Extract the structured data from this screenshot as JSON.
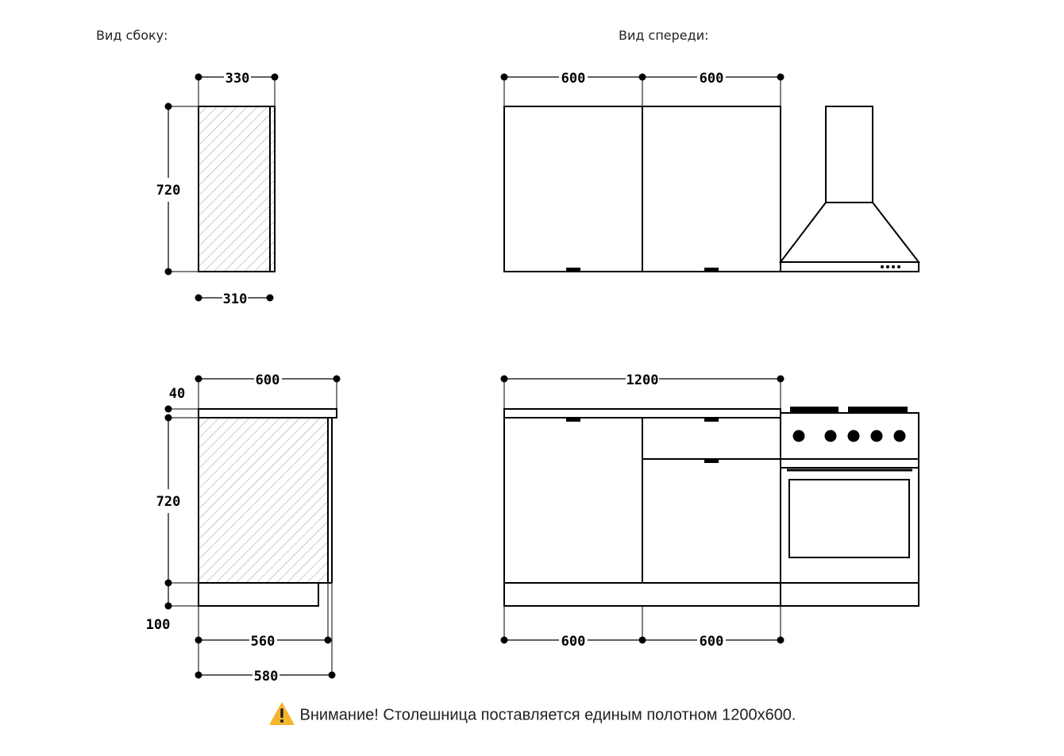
{
  "labels": {
    "side_view": "Вид сбоку:",
    "front_view": "Вид спереди:"
  },
  "dimensions": {
    "upper_side_depth_top": "330",
    "upper_side_height": "720",
    "upper_side_depth_bottom": "310",
    "upper_front_left_width": "600",
    "upper_front_right_width": "600",
    "lower_side_depth_top": "600",
    "lower_side_countertop": "40",
    "lower_side_height": "720",
    "lower_side_plinth": "100",
    "lower_side_depth_560": "560",
    "lower_side_depth_580": "580",
    "lower_front_total": "1200",
    "lower_front_left_width": "600",
    "lower_front_right_width": "600"
  },
  "notice": {
    "text": "Внимание! Столешница поставляется единым полотном 1200х600.",
    "icon": "warning-icon",
    "icon_color": "#f5b52a"
  },
  "colors": {
    "line": "#000000",
    "hatch": "#9a9a9a"
  }
}
